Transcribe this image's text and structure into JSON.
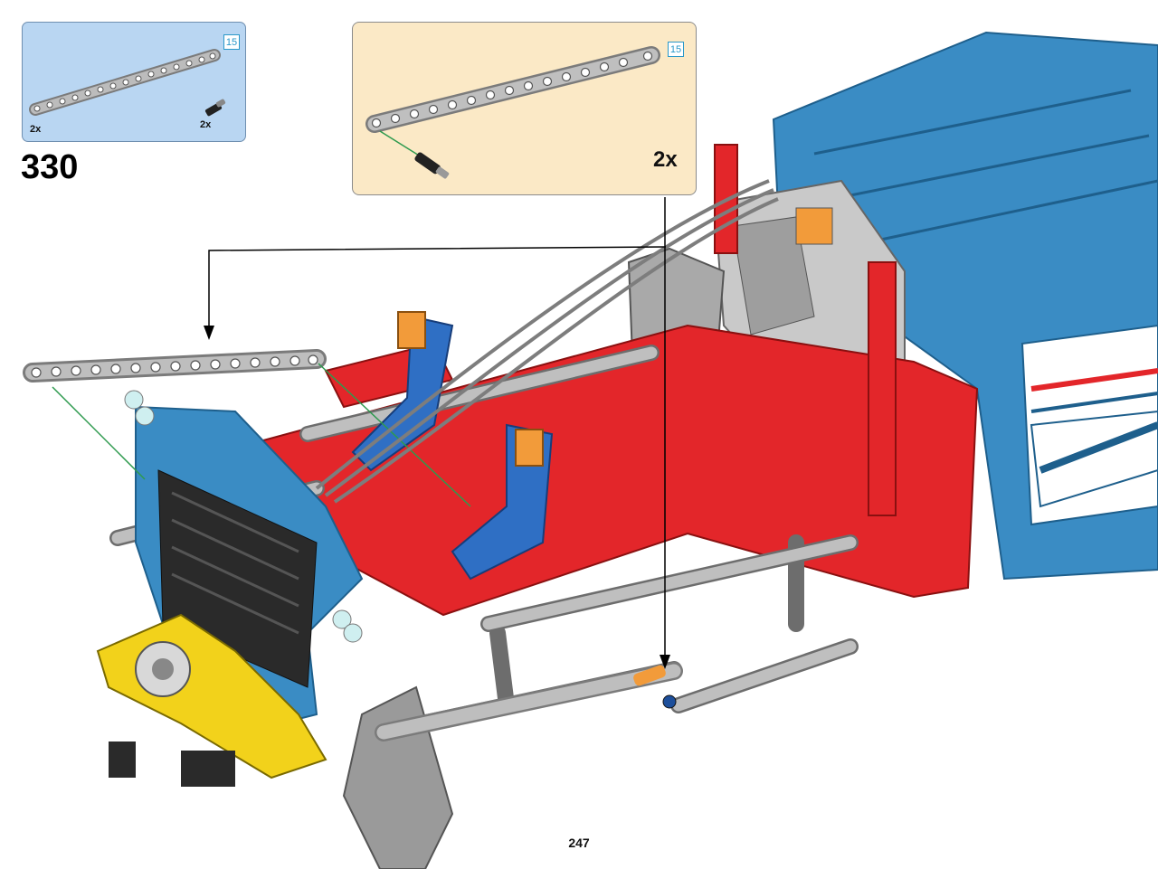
{
  "parts_list": {
    "items": [
      {
        "name": "beam-15",
        "qty": "2x",
        "length_badge": "15"
      },
      {
        "name": "pin-connector",
        "qty": "2x"
      }
    ]
  },
  "step": {
    "number": "330"
  },
  "sub_assembly": {
    "multiplier": "2x",
    "length_badge": "15"
  },
  "page": {
    "number": "247"
  },
  "colors": {
    "parts_bg": "#b9d6f2",
    "sub_bg": "#fbe9c6",
    "model_red": "#e3262a",
    "model_blue": "#3a8cc4",
    "model_gray": "#a8a8a8",
    "model_yellow": "#f2d21b",
    "guide_green": "#2e9a4e"
  }
}
